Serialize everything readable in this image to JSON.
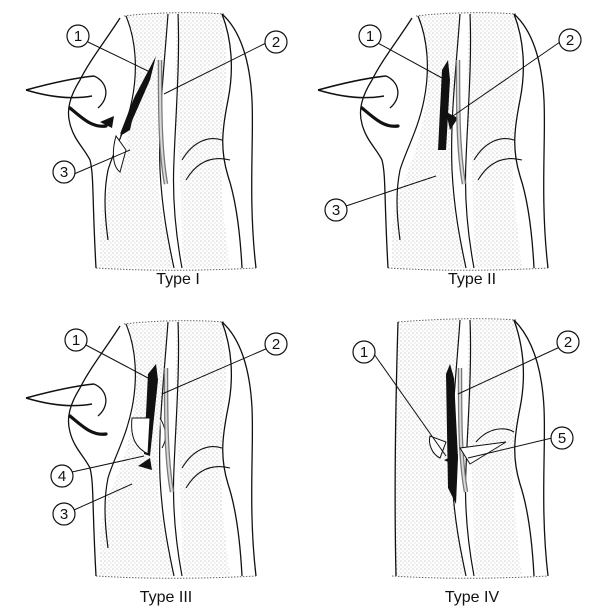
{
  "panels": [
    {
      "caption": "Type I",
      "markers": [
        "1",
        "2",
        "3"
      ]
    },
    {
      "caption": "Type II",
      "markers": [
        "1",
        "2",
        "3"
      ]
    },
    {
      "caption": "Type III",
      "markers": [
        "1",
        "2",
        "4",
        "3"
      ]
    },
    {
      "caption": "Type IV",
      "markers": [
        "1",
        "2",
        "5"
      ]
    }
  ]
}
